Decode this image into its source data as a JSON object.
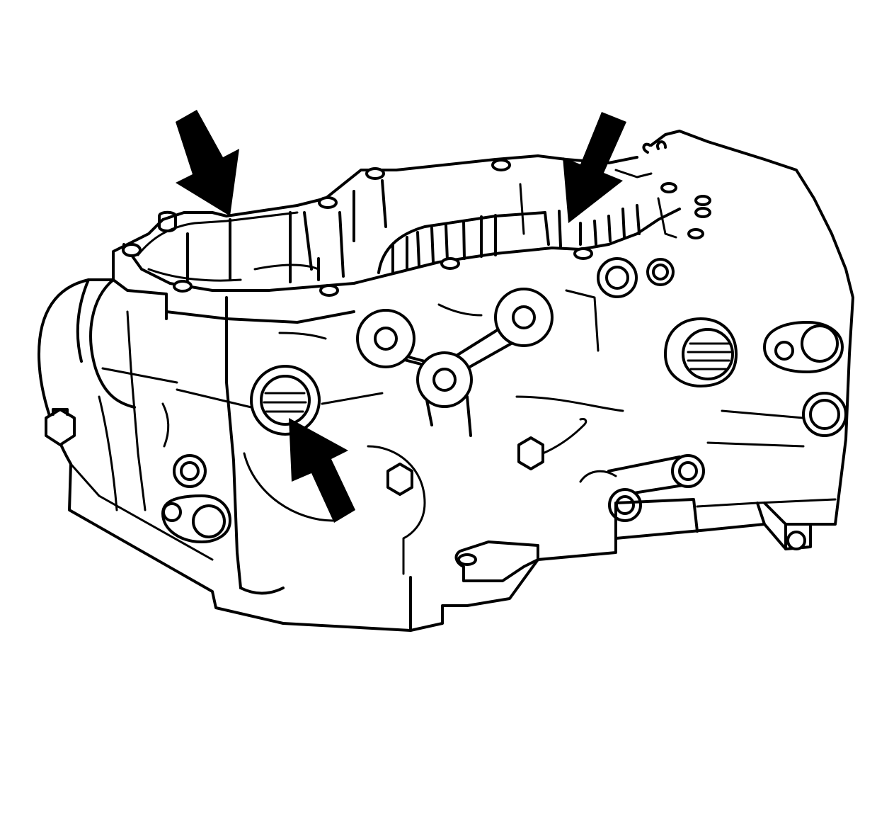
{
  "figure": {
    "subject": "transmission-case-line-drawing",
    "background_color": "#ffffff",
    "line_color": "#000000",
    "arrows": [
      {
        "id": "arrow-upper-left",
        "points_to": "case-mating-flange-left",
        "direction": "down"
      },
      {
        "id": "arrow-upper-right",
        "points_to": "case-mating-flange-right",
        "direction": "down"
      },
      {
        "id": "arrow-lower-center",
        "points_to": "threaded-port",
        "direction": "up"
      }
    ]
  }
}
